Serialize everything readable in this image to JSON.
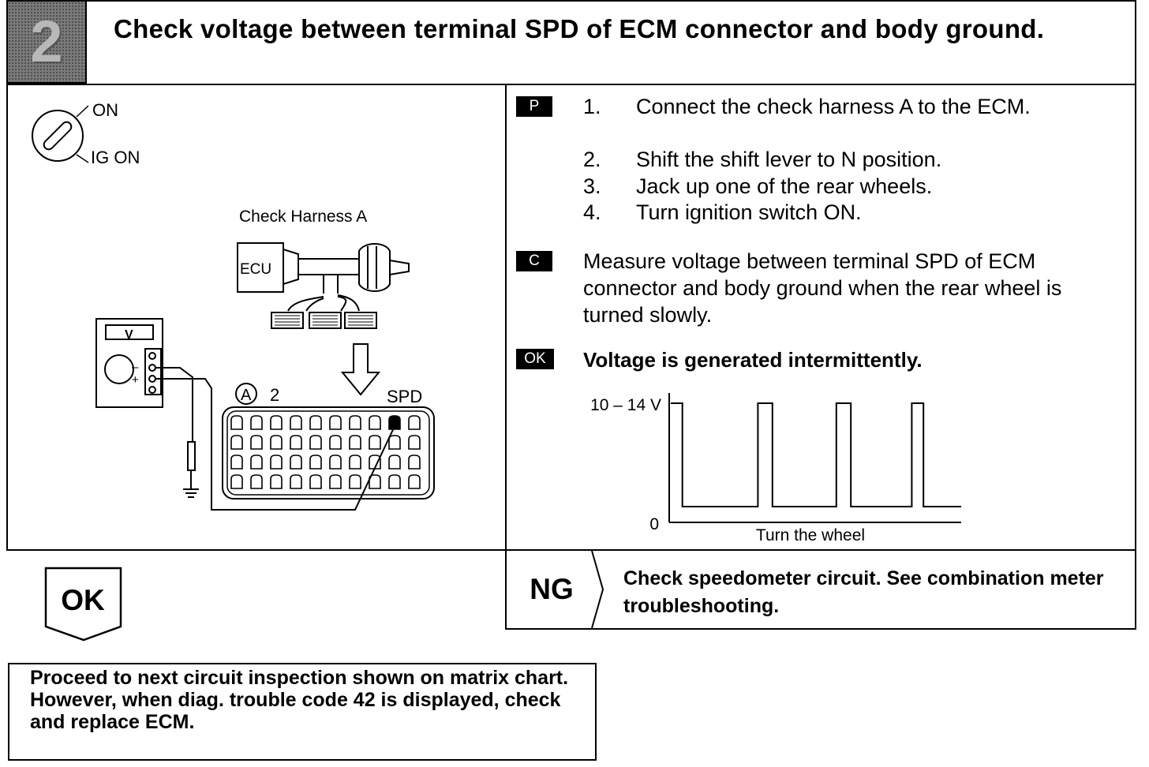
{
  "header": {
    "step_number": "2",
    "title": "Check voltage between terminal SPD of ECM connector and body ground."
  },
  "illustration": {
    "ignition": {
      "on_label": "ON",
      "ig_on_label": "IG ON"
    },
    "harness_label": "Check Harness A",
    "ecu_label": "ECU",
    "meter_label": "V",
    "connector_letter": "A",
    "connector_number": "2",
    "terminal_label": "SPD"
  },
  "procedure": {
    "prep_tag": "P",
    "steps": [
      {
        "num": "1.",
        "text": "Connect the check harness A to the ECM."
      },
      {
        "num": "2.",
        "text": "Shift the shift lever to N position."
      },
      {
        "num": "3.",
        "text": "Jack up one of the rear wheels."
      },
      {
        "num": "4.",
        "text": "Turn ignition switch ON."
      }
    ],
    "check_tag": "C",
    "measure_text": "Measure voltage between terminal SPD of ECM connector and body ground when the rear wheel is turned slowly.",
    "ok_tag": "OK",
    "ok_text": "Voltage is generated intermittently."
  },
  "chart_data": {
    "type": "line",
    "title": "",
    "xlabel": "Turn the wheel",
    "ylabel": "",
    "y_tick_labels": [
      "0",
      "10 – 14 V"
    ],
    "ylim": [
      0,
      1
    ],
    "xlim": [
      0,
      100
    ],
    "series": [
      {
        "x": [
          0,
          4,
          4,
          30,
          30,
          35,
          35,
          57,
          57,
          62,
          62,
          83,
          83,
          87,
          87,
          100
        ],
        "y": [
          1,
          1,
          0,
          0,
          1,
          1,
          0,
          0,
          1,
          1,
          0,
          0,
          1,
          1,
          0,
          0
        ]
      }
    ]
  },
  "results": {
    "ok_label": "OK",
    "ng_label": "NG",
    "ng_action": "Check speedometer circuit. See combination meter troubleshooting.",
    "next_action": "Proceed to next circuit inspection shown on matrix chart. However, when diag. trouble code 42 is displayed, check and replace ECM."
  }
}
